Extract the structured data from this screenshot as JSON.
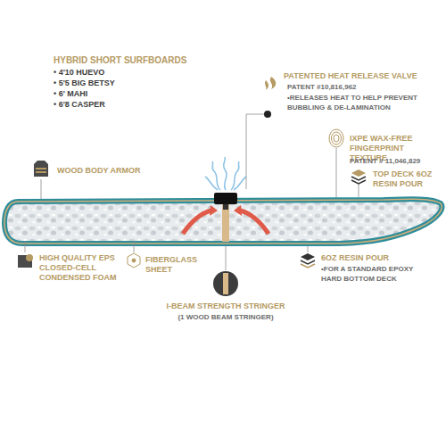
{
  "diagram": {
    "title": "HYBRID SHORT SURFBOARDS",
    "labels": [
      "• 4'10 HUEVO",
      "• 5'5 BIG BETSY",
      "• 6' MAHI",
      "• 6'8 CASPER",
      "PATENTED HEAT RELEASE VALVE",
      "PATENT #10,816,962",
      "•RELEASES HEAT TO HELP PREVENT BUBBLING & DE-LAMINATION",
      "IXPE WAX-FREE FINGERPRINT TEXTURE",
      "PATENT # 11,046,829",
      "TOP DECK 6OZ RESIN POUR",
      "WOOD BODY ARMOR",
      "HIGH QUALITY EPS CLOSED-CELL CONDENSED FOAM",
      "FIBERGLASS SHEET",
      "I-BEAM STRENGTH STRINGER",
      "(1 WOOD BEAM STRINGER)",
      "6OZ RESIN POUR",
      "•FOR A STANDARD EPOXY HARD BOTTOM DECK"
    ]
  }
}
